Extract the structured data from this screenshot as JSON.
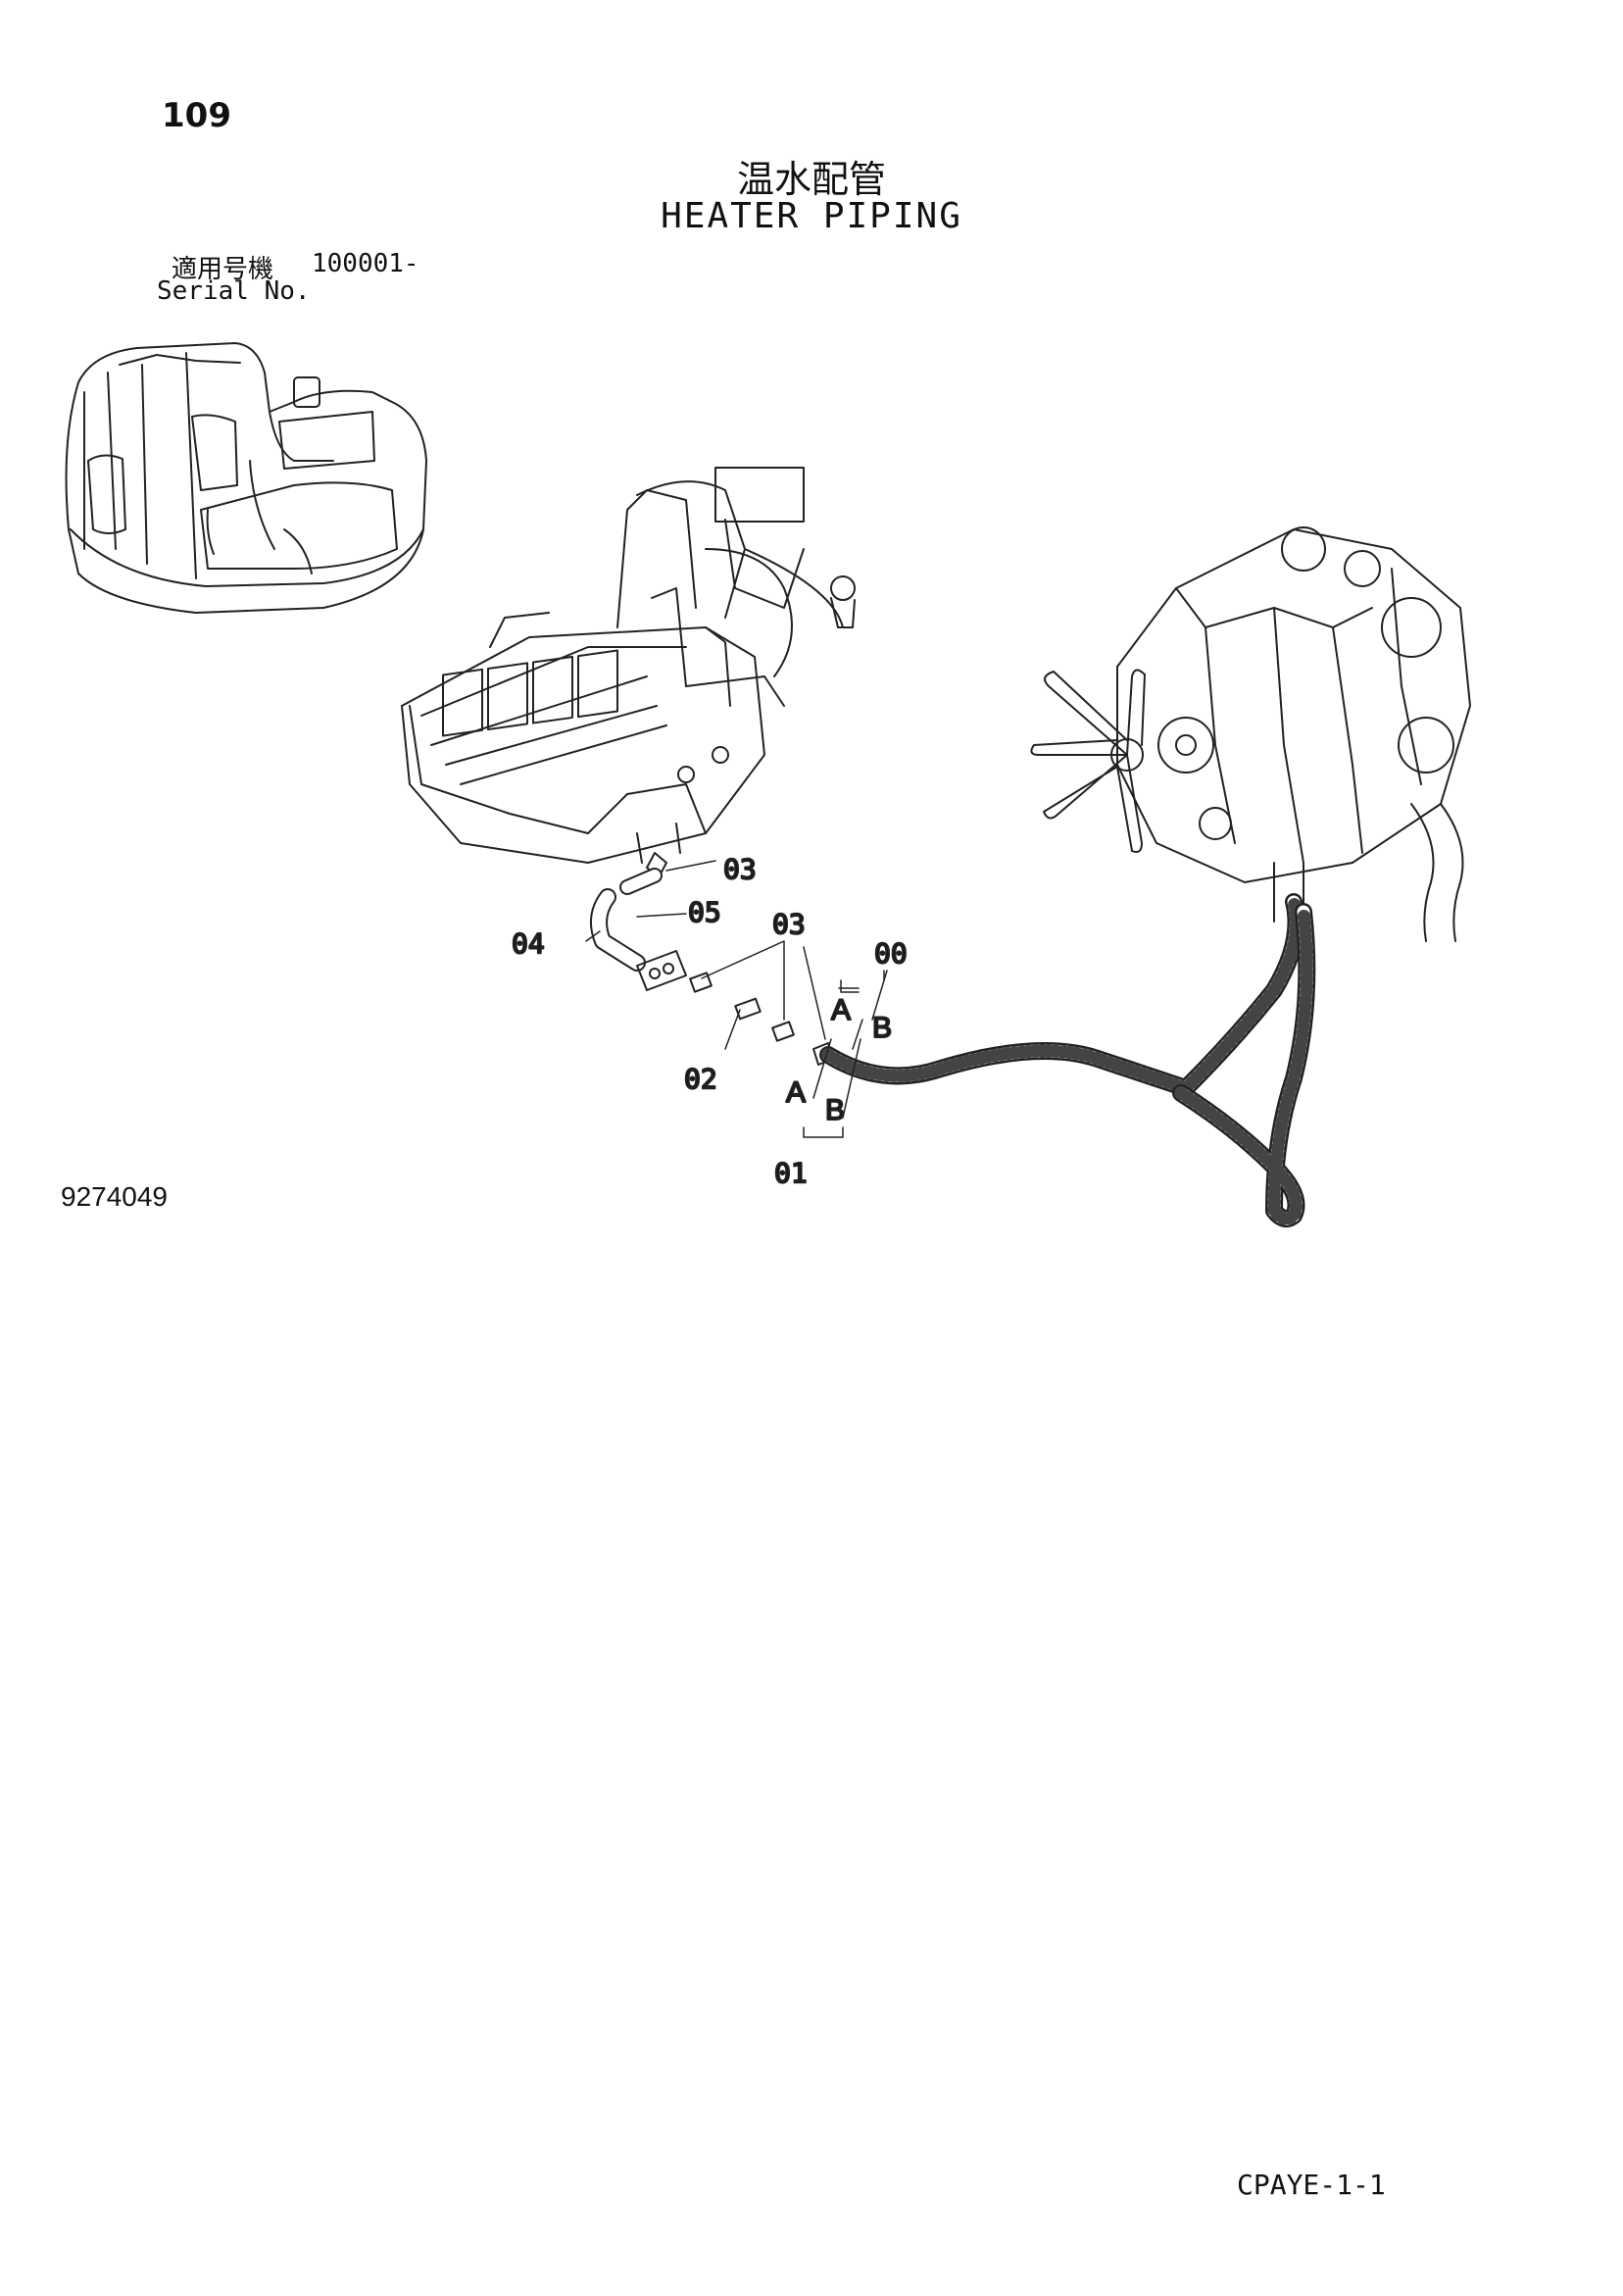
{
  "page_number": "109",
  "title_jp": "温水配管",
  "title_en": "HEATER PIPING",
  "serial": {
    "label_jp": "適用号機",
    "value": "100001-",
    "label_en": "Serial No."
  },
  "figure_number": "9274049",
  "page_reference": "CPAYE-1-1",
  "callouts": {
    "c03_top": "03",
    "c05": "05",
    "c04": "04",
    "c03_mid": "03",
    "c00": "00",
    "cA_upper": "A",
    "cB_upper": "B",
    "c02": "02",
    "cA_lower": "A",
    "cB_lower": "B",
    "c01": "01"
  }
}
